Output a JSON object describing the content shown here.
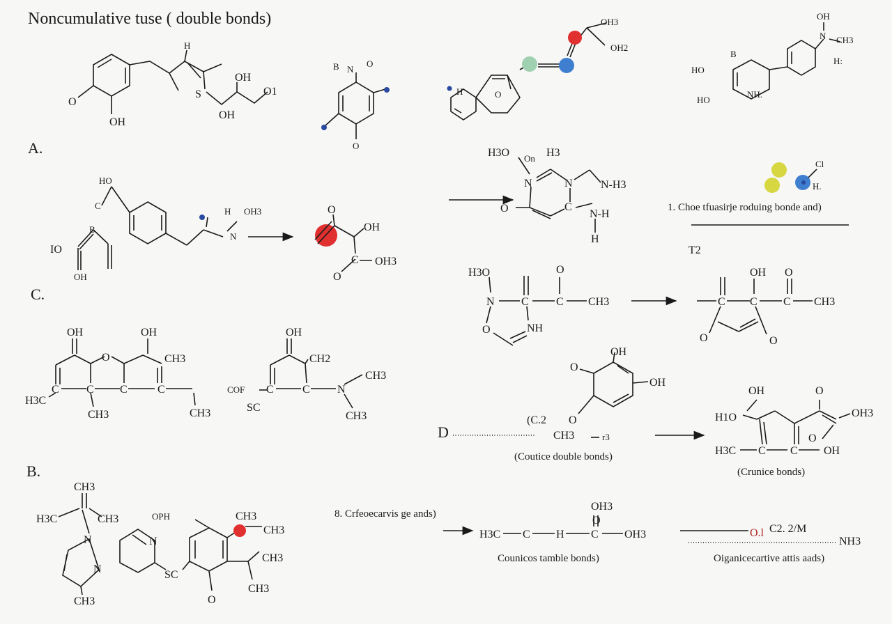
{
  "title": "Noncumulative tuse ( double bonds)",
  "sections": {
    "a": "A.",
    "b": "B.",
    "c": "C.",
    "d": "D"
  },
  "colors": {
    "red": "#e03030",
    "blue": "#3f7fd0",
    "green": "#9fd0b0",
    "yellow": "#d7d742",
    "navy": "#2a4aa0",
    "ink": "#1a1a1a"
  },
  "labels": {
    "m1": {
      "o": "O",
      "oh": "OH",
      "h": "H",
      "s": "S",
      "oh2": "OH",
      "oh3": "OH",
      "o1": "O1"
    },
    "m2": {
      "b": "B",
      "n": "N",
      "o": "O",
      "o2": "O"
    },
    "m3": {
      "h": "H",
      "o": "O",
      "oh3": "OH3",
      "oh2": "OH2"
    },
    "m4": {
      "oh": "OH",
      "n": "N",
      "ch3": "CH3",
      "h": "H:",
      "b": "B",
      "ho1": "HO",
      "ho2": "HO",
      "nh": "NH."
    },
    "m5": {
      "ho": "HO",
      "c": "C",
      "b": "B",
      "io": "IO",
      "oh": "OH",
      "h": "H",
      "oh3": "OH3",
      "n": "N"
    },
    "m6": {
      "o": "O",
      "oh": "OH",
      "c": "C",
      "oh3": "OH3",
      "o2": "O"
    },
    "m7": {
      "h3o": "H3O",
      "on": "On",
      "h3": "H3",
      "n1": "N",
      "n2": "N",
      "nh3": "N-H3",
      "nh": "N-H",
      "c": "C",
      "o": "O",
      "h": "H"
    },
    "m8": {
      "cl": "Cl",
      "h": "H."
    },
    "m9": {
      "h3o": "H3O",
      "n": "N",
      "c1": "C",
      "c2": "C",
      "o": "O",
      "ch3": "CH3",
      "nh": "NH",
      "ring_o": "O"
    },
    "m10": {
      "c1": "C",
      "c2": "C",
      "c3": "C",
      "oh": "OH",
      "o1": "O",
      "ch3": "CH3",
      "o2": "O",
      "o3": "O"
    },
    "m11": {
      "oh1": "OH",
      "oh2": "OH",
      "o": "O",
      "ch3a": "CH3",
      "h3c": "H3C",
      "c1": "C",
      "c2": "C",
      "c3": "C",
      "c4": "C",
      "ch3b": "CH3",
      "ch3c": "CH3"
    },
    "m12": {
      "oh": "OH",
      "ch2": "CH2",
      "ch3": "CH3",
      "ch3b": "CH3",
      "n": "N",
      "c1": "C",
      "c2": "C",
      "cof": "COF",
      "sc": "SC"
    },
    "m13": {
      "o1": "O",
      "oh1": "OH",
      "oh2": "OH",
      "o2": "O",
      "c2": "(C.2",
      "ch3": "CH3",
      "r3": "r3"
    },
    "m14": {
      "oh": "OH",
      "o1": "O",
      "h1o": "H1O",
      "oh3": "OH3",
      "h3c": "H3C",
      "c1": "C",
      "c2": "C",
      "o": "O",
      "oh4": "OH"
    },
    "m15": {
      "ch3": "CH3",
      "h3c": "H3C",
      "ch3b": "CH3",
      "n1": "N",
      "n2": "N",
      "ch3c": "CH3",
      "ph": "OPH",
      "ch3d": "CH3",
      "n3": "N",
      "sc": "SC",
      "ch3e": "CH3",
      "ch3f": "CH3",
      "ch3g": "CH3",
      "o": "O"
    },
    "m16": {
      "oh3": "OH3",
      "o": "O",
      "h3c": "H3C",
      "c1": "C",
      "h": "H",
      "c2": "C",
      "oh3b": "OH3"
    },
    "m17": {
      "ol": "O.l",
      "c2m": "C2. 2/M",
      "nh3": "NH3"
    }
  },
  "captions": {
    "choe": "1. Choe tfuasirje roduing bonde and)",
    "t2": "T2",
    "coutice": "(Coutice double bonds)",
    "crunice": "(Crunice bonds)",
    "crfeoe": "8. Crfeoecarvis ge ands)",
    "counicos": "Counicos tamble bonds)",
    "oiganice": "Oiganicecartive attis aads)"
  }
}
